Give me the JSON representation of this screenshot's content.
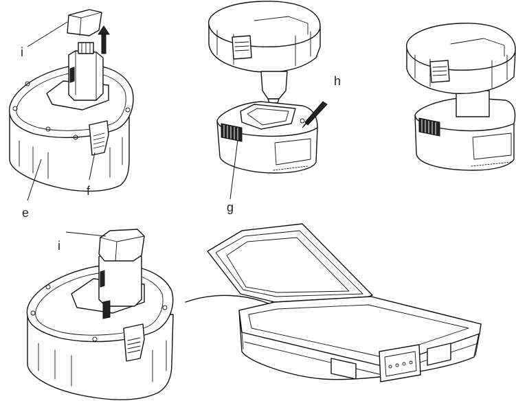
{
  "callouts": {
    "e": "e",
    "f": "f",
    "g": "g",
    "h": "h",
    "i_top": "i",
    "i_bottom": "i"
  },
  "icons": [
    "battery-pack",
    "charger",
    "battery-on-charger",
    "storage-case",
    "direction-arrow"
  ]
}
